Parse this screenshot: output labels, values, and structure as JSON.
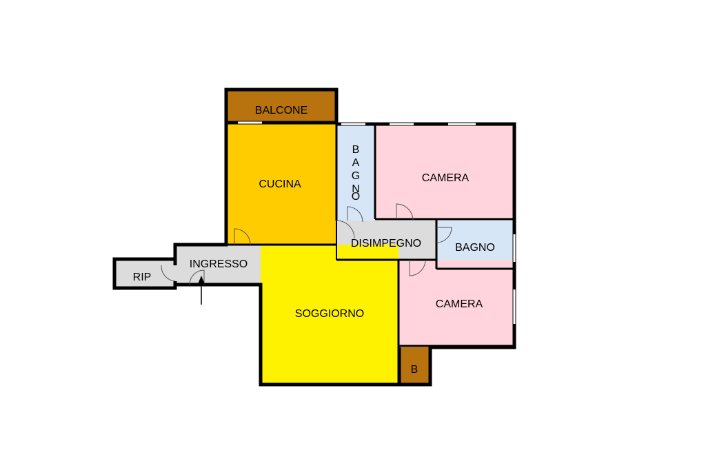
{
  "rooms": {
    "balcone": {
      "label": "BALCONE",
      "color": "#B8730E"
    },
    "cucina": {
      "label": "CUCINA",
      "color": "#FFCC00"
    },
    "bagno_1": {
      "label": "BAGNO",
      "color": "#D6E6F6"
    },
    "camera_1": {
      "label": "CAMERA",
      "color": "#FFD4DC"
    },
    "disimpegno": {
      "label": "DISIMPEGNO",
      "color": "#DCDCDC"
    },
    "bagno_2": {
      "label": "BAGNO",
      "color": "#D6E6F6"
    },
    "ingresso": {
      "label": "INGRESSO",
      "color": "#DCDCDC"
    },
    "rip": {
      "label": "RIP",
      "color": "#DCDCDC"
    },
    "soggiorno": {
      "label": "SOGGIORNO",
      "color": "#FFF200"
    },
    "camera_2": {
      "label": "CAMERA",
      "color": "#FFD4DC"
    },
    "b": {
      "label": "B",
      "color": "#B8730E"
    }
  },
  "bagno_1_letters": [
    "B",
    "A",
    "G",
    "N",
    "O"
  ],
  "colors": {
    "wall": "#000000",
    "door": "#555555",
    "window": "#ffffff"
  }
}
